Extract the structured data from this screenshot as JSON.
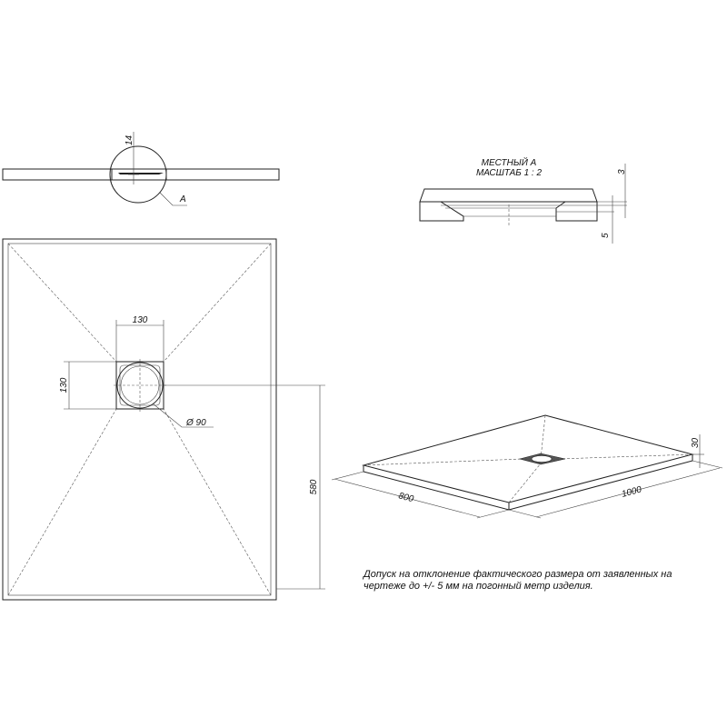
{
  "section_view": {
    "dim_height": "14",
    "detail_label": "A"
  },
  "detail_view": {
    "title_line1": "МЕСТНЫЙ А",
    "title_line2": "МАСШТАБ 1 : 2",
    "dim_top": "3",
    "dim_bottom": "5"
  },
  "plan_view": {
    "dim_drain_width": "130",
    "dim_drain_height": "130",
    "dim_drain_diameter": "Ø 90",
    "dim_drain_offset": "580"
  },
  "iso_view": {
    "dim_width": "800",
    "dim_length": "1000",
    "dim_thickness": "30"
  },
  "note": {
    "line1": "Допуск на отклонение фактического размера от заявленных на",
    "line2": "чертеже до +/- 5 мм на погонный метр изделия."
  }
}
